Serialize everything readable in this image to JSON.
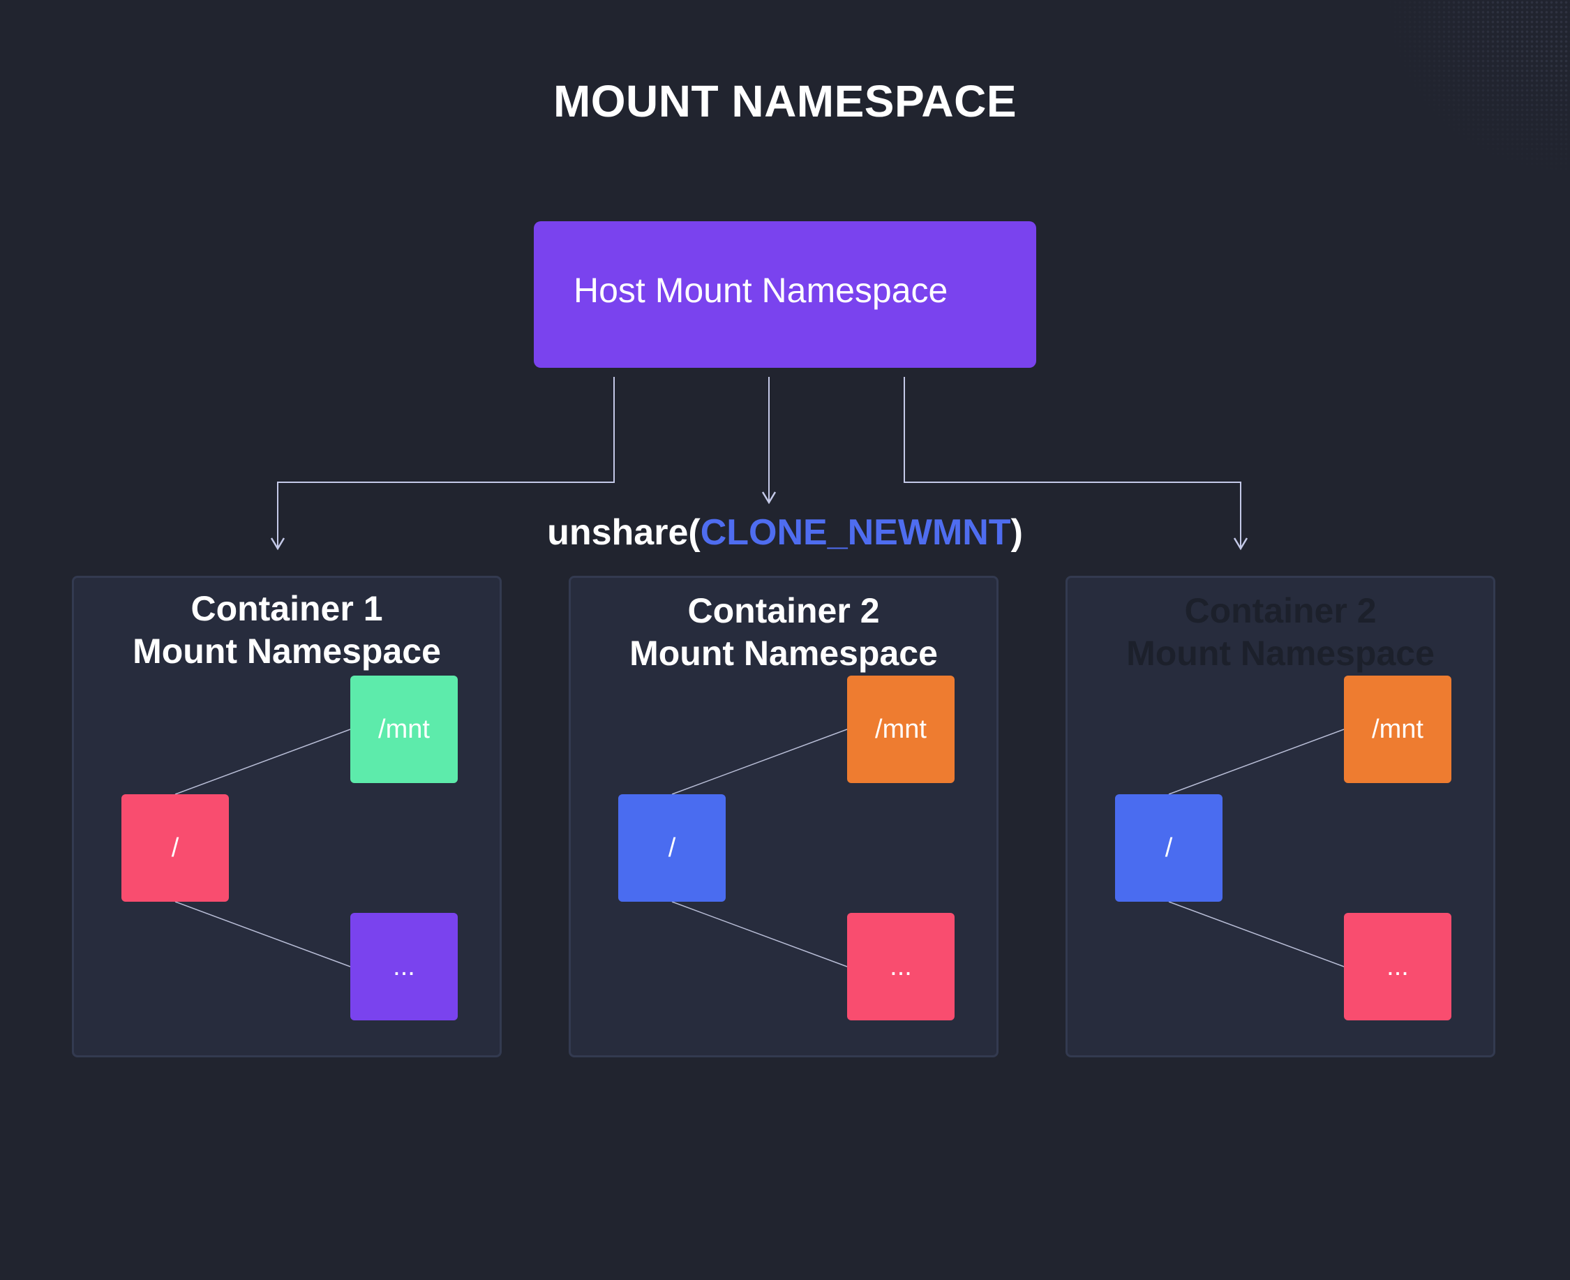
{
  "title": "MOUNT NAMESPACE",
  "host": {
    "label": "Host Mount Namespace",
    "color": "#7a43ee"
  },
  "syscall": {
    "prefix": "unshare(",
    "flag": "CLONE_NEWMNT",
    "suffix": ")",
    "flag_color": "#4f6df0"
  },
  "containers": [
    {
      "title_line1": "Container 1",
      "title_line2": "Mount Namespace",
      "root": {
        "label": "/",
        "color": "#f94d6f"
      },
      "mnt": {
        "label": "/mnt",
        "color": "#5debab"
      },
      "more": {
        "label": "...",
        "color": "#7a43ee"
      }
    },
    {
      "title_line1": "Container 2",
      "title_line2": "Mount Namespace",
      "root": {
        "label": "/",
        "color": "#4a6cf0"
      },
      "mnt": {
        "label": "/mnt",
        "color": "#ee7c30"
      },
      "more": {
        "label": "...",
        "color": "#f94d6f"
      }
    },
    {
      "title_line1": "Container 2",
      "title_line2": "Mount Namespace",
      "root": {
        "label": "/",
        "color": "#4a6cf0"
      },
      "mnt": {
        "label": "/mnt",
        "color": "#ee7c30"
      },
      "more": {
        "label": "...",
        "color": "#f94d6f"
      }
    }
  ],
  "colors": {
    "background": "#21242f",
    "container_bg": "#272c3d",
    "connector": "#c4c9e8"
  }
}
